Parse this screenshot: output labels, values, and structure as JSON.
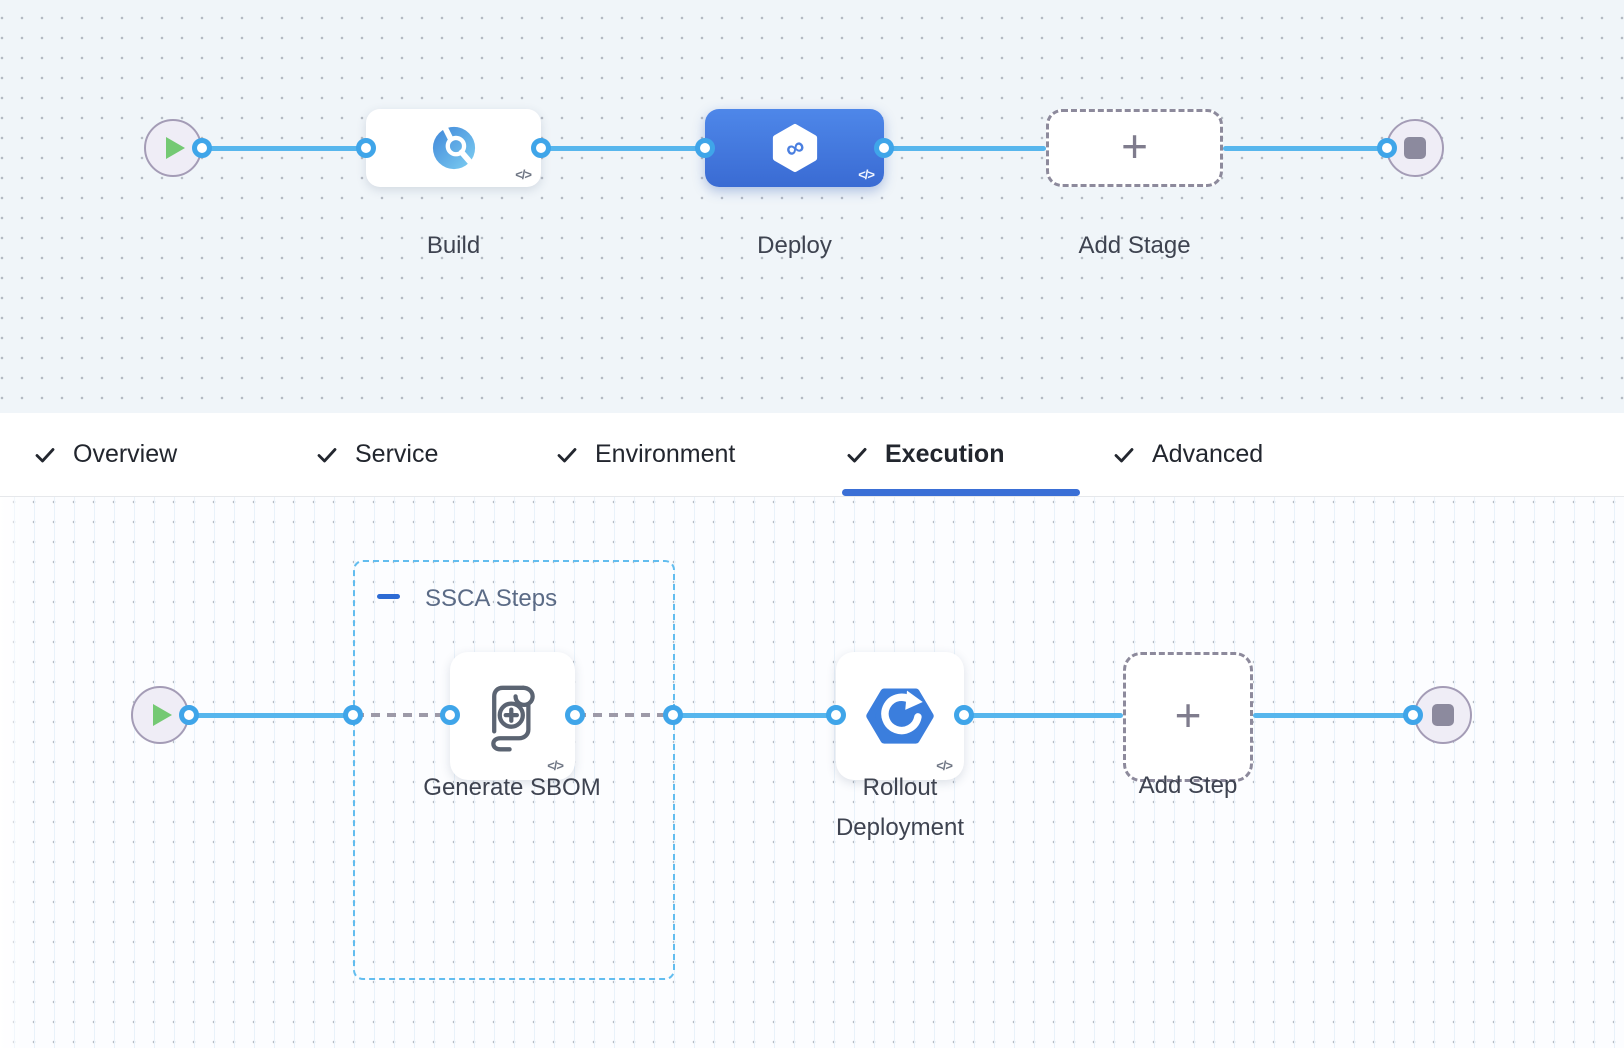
{
  "canvas_top": {
    "stages": [
      {
        "label": "Build",
        "kind": "ci-stage",
        "code_badge": "</>"
      },
      {
        "label": "Deploy",
        "kind": "cd-stage",
        "code_badge": "</>",
        "selected": true,
        "icon_glyph": "∞"
      },
      {
        "label": "Add Stage",
        "kind": "add-stage",
        "plus": "+"
      }
    ]
  },
  "tabs": {
    "items": [
      {
        "label": "Overview",
        "checked": true
      },
      {
        "label": "Service",
        "checked": true
      },
      {
        "label": "Environment",
        "checked": true
      },
      {
        "label": "Execution",
        "checked": true,
        "active": true
      },
      {
        "label": "Advanced",
        "checked": true
      }
    ]
  },
  "canvas_bottom": {
    "group": {
      "label": "SSCA Steps"
    },
    "steps": [
      {
        "label": "Generate SBOM",
        "kind": "sbom-step",
        "code_badge": "</>"
      },
      {
        "label": "Rollout Deployment",
        "kind": "rollout-step",
        "code_badge": "</>"
      },
      {
        "label": "Add Step",
        "kind": "add-step",
        "plus": "+"
      }
    ]
  },
  "colors": {
    "connector": "#57b6ed",
    "port_ring": "#3fa5e9",
    "selected_stage": "#3f74da",
    "active_tab_underline": "#3a6fd6",
    "group_border": "#62bdef",
    "dashed_connector": "#9d9aa8"
  }
}
